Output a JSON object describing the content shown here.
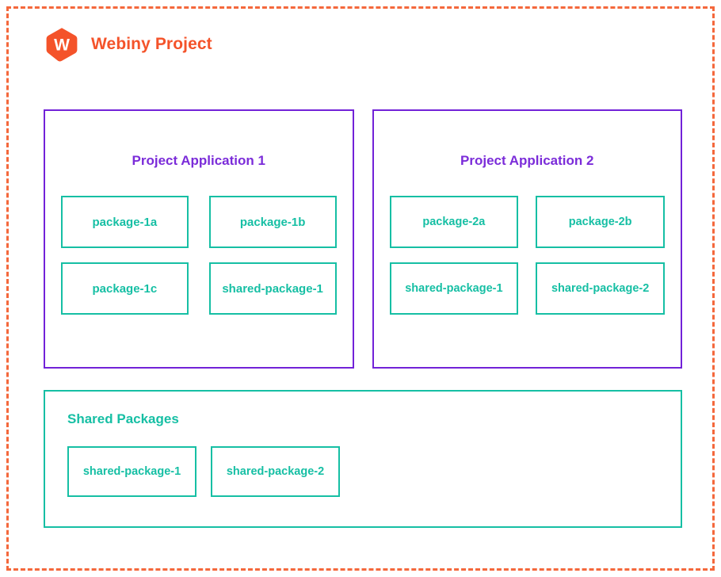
{
  "header": {
    "logo_icon": "webiny-hexagon-logo",
    "logo_letter": "W",
    "title": "Webiny Project"
  },
  "colors": {
    "project_border": "#f4683c",
    "brand_orange": "#f4532a",
    "application_purple": "#7222d8",
    "application_title_purple": "#7b2cd9",
    "package_teal": "#16bfa4",
    "background": "#ffffff"
  },
  "applications": [
    {
      "title": "Project Application 1",
      "packages": [
        {
          "label": "package-1a"
        },
        {
          "label": "package-1b"
        },
        {
          "label": "package-1c"
        },
        {
          "label": "shared-package-1"
        }
      ]
    },
    {
      "title": "Project Application 2",
      "packages": [
        {
          "label": "package-2a"
        },
        {
          "label": "package-2b"
        },
        {
          "label": "shared-package-1"
        },
        {
          "label": "shared-package-2"
        }
      ]
    }
  ],
  "shared_packages": {
    "title": "Shared Packages",
    "packages": [
      {
        "label": "shared-package-1"
      },
      {
        "label": "shared-package-2"
      }
    ]
  }
}
